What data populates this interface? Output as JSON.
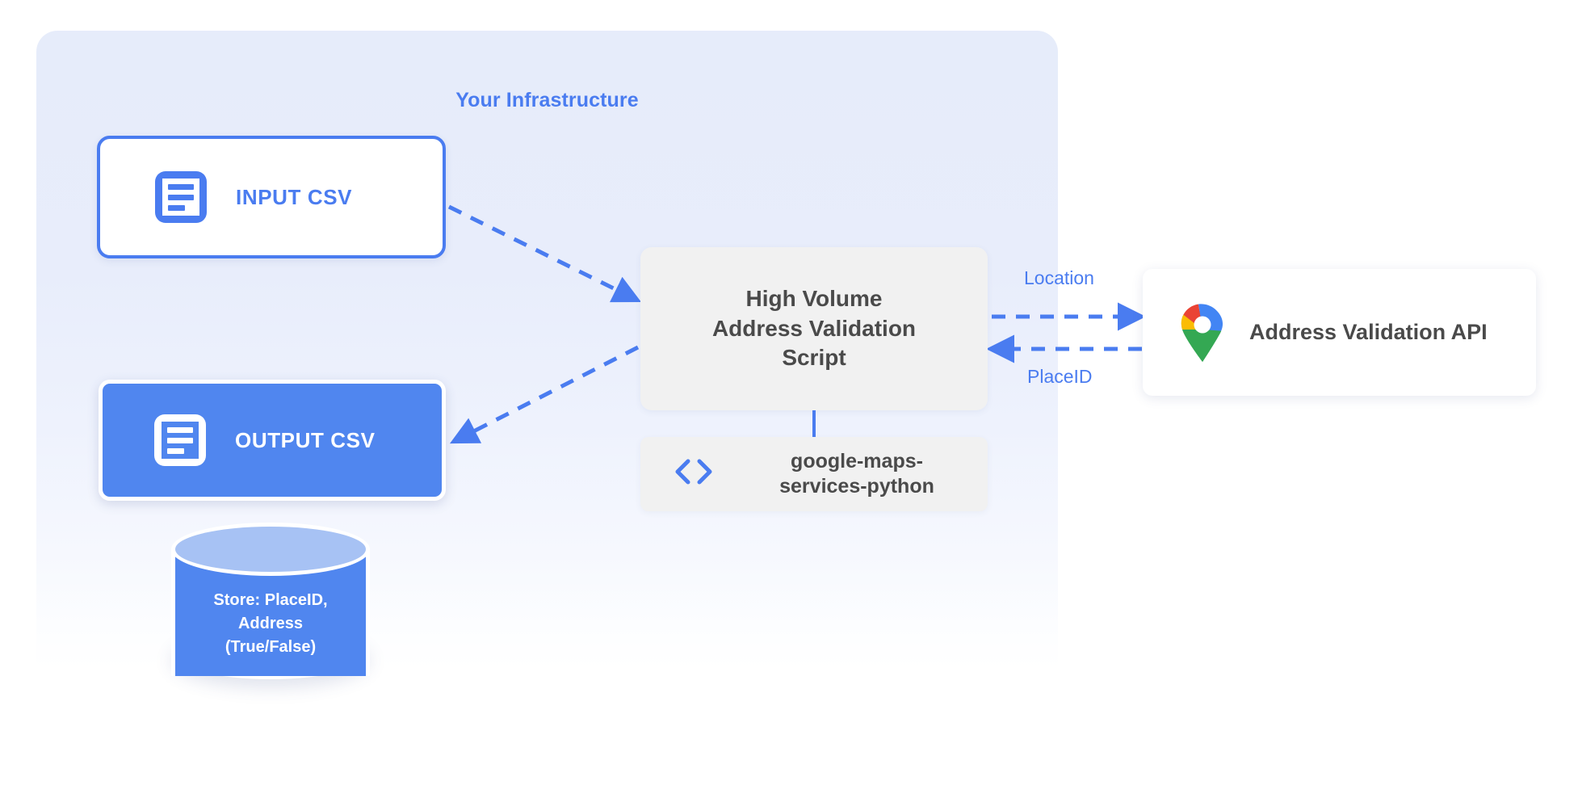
{
  "panel": {
    "title": "Your Infrastructure"
  },
  "input_csv": {
    "label": "INPUT CSV",
    "icon": "document-icon"
  },
  "output_csv": {
    "label": "OUTPUT CSV",
    "icon": "document-icon"
  },
  "script": {
    "line1": "High Volume",
    "line2": "Address Validation",
    "line3": "Script"
  },
  "library": {
    "icon": "code-brackets-icon",
    "icon_glyph": "‹ ›",
    "line1": "google-maps-",
    "line2": "services-python"
  },
  "api": {
    "label": "Address Validation API",
    "icon": "google-maps-pin-icon"
  },
  "connections": {
    "to_api_label": "Location",
    "from_api_label": "PlaceID"
  },
  "database": {
    "line1": "Store: PlaceID,",
    "line2": "Address",
    "line3": "(True/False)"
  },
  "colors": {
    "brand_blue": "#4a7cf0",
    "fill_blue": "#5086ef",
    "panel_bg": "#e6ecfa",
    "card_gray": "#f1f1f1",
    "text_gray": "#4a4a4a",
    "db_top": "#a7c2f4",
    "maps_pin_blue": "#4285f4",
    "maps_pin_red": "#ea4335",
    "maps_pin_yellow": "#fbbc04",
    "maps_pin_green": "#34a853"
  }
}
